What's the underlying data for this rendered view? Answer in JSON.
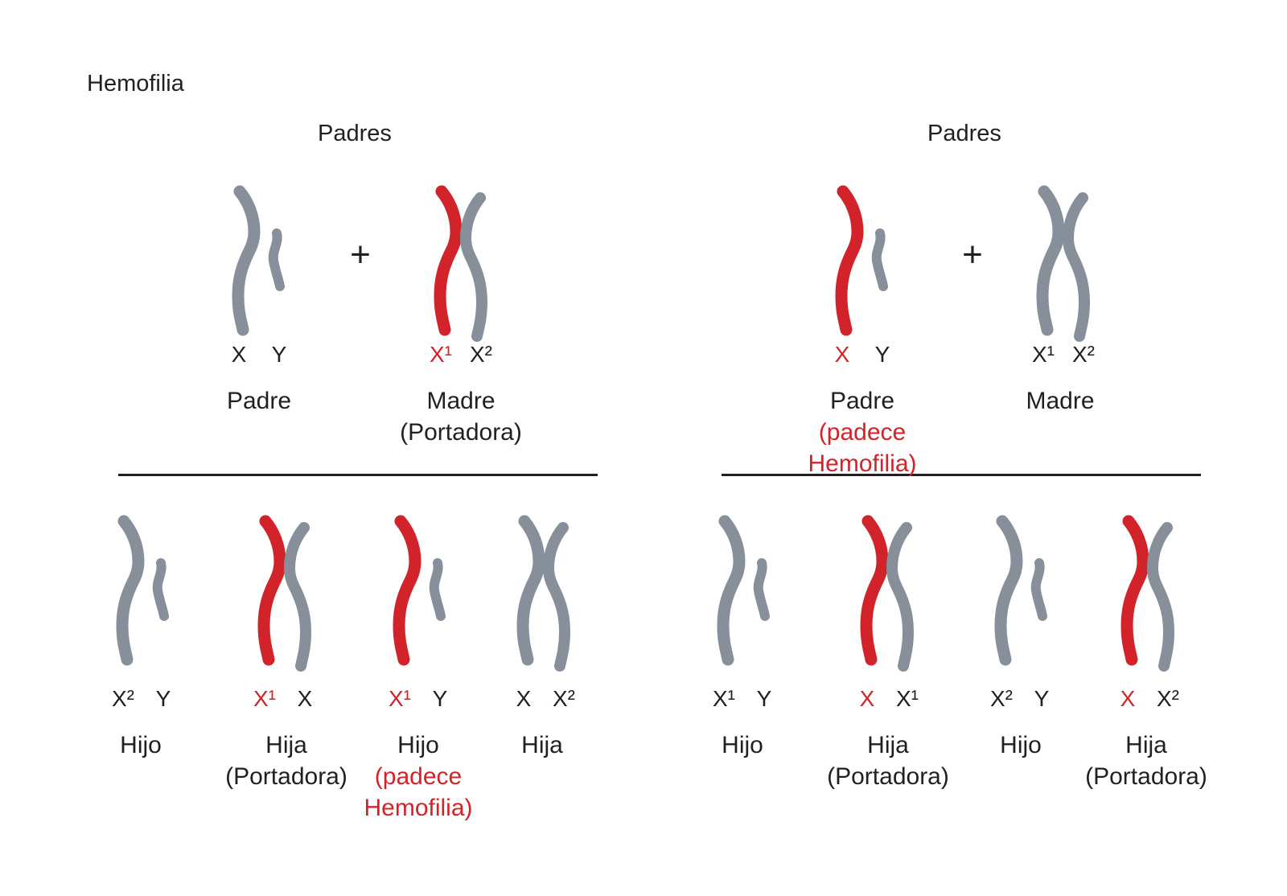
{
  "title": "Hemofilia",
  "colors": {
    "affected": "#d2232a",
    "normal": "#87909a",
    "text": "#231f20"
  },
  "panels": [
    {
      "heading": "Padres",
      "plus": "+",
      "parents": [
        {
          "label": "Padre",
          "note": "",
          "alleles": [
            {
              "text": "X",
              "affected": false
            },
            {
              "text": "Y",
              "affected": false
            }
          ]
        },
        {
          "label": "Madre",
          "note": "(Portadora)",
          "alleles": [
            {
              "text": "X¹",
              "affected": true
            },
            {
              "text": "X²",
              "affected": false
            }
          ]
        }
      ],
      "children": [
        {
          "label": "Hijo",
          "note": "",
          "alleles": [
            {
              "text": "X²",
              "affected": false
            },
            {
              "text": "Y",
              "affected": false
            }
          ]
        },
        {
          "label": "Hija",
          "note": "(Portadora)",
          "alleles": [
            {
              "text": "X¹",
              "affected": true
            },
            {
              "text": "X",
              "affected": false
            }
          ]
        },
        {
          "label": "Hijo",
          "note": "(padece Hemofilia)",
          "note_lines": [
            "(padece",
            "Hemofilia)"
          ],
          "alleles": [
            {
              "text": "X¹",
              "affected": true
            },
            {
              "text": "Y",
              "affected": false
            }
          ]
        },
        {
          "label": "Hija",
          "note": "",
          "alleles": [
            {
              "text": "X",
              "affected": false
            },
            {
              "text": "X²",
              "affected": false
            }
          ]
        }
      ]
    },
    {
      "heading": "Padres",
      "plus": "+",
      "parents": [
        {
          "label": "Padre",
          "note": "(padece  Hemofilia)",
          "alleles": [
            {
              "text": "X",
              "affected": true
            },
            {
              "text": "Y",
              "affected": false
            }
          ]
        },
        {
          "label": "Madre",
          "note": "",
          "alleles": [
            {
              "text": "X¹",
              "affected": false
            },
            {
              "text": "X²",
              "affected": false
            }
          ]
        }
      ],
      "children": [
        {
          "label": "Hijo",
          "note": "",
          "alleles": [
            {
              "text": "X¹",
              "affected": false
            },
            {
              "text": "Y",
              "affected": false
            }
          ]
        },
        {
          "label": "Hija",
          "note": "(Portadora)",
          "alleles": [
            {
              "text": "X",
              "affected": true
            },
            {
              "text": "X¹",
              "affected": false
            }
          ]
        },
        {
          "label": "Hijo",
          "note": "",
          "alleles": [
            {
              "text": "X²",
              "affected": false
            },
            {
              "text": "Y",
              "affected": false
            }
          ]
        },
        {
          "label": "Hija",
          "note": "(Portadora)",
          "alleles": [
            {
              "text": "X",
              "affected": true
            },
            {
              "text": "X²",
              "affected": false
            }
          ]
        }
      ]
    }
  ]
}
